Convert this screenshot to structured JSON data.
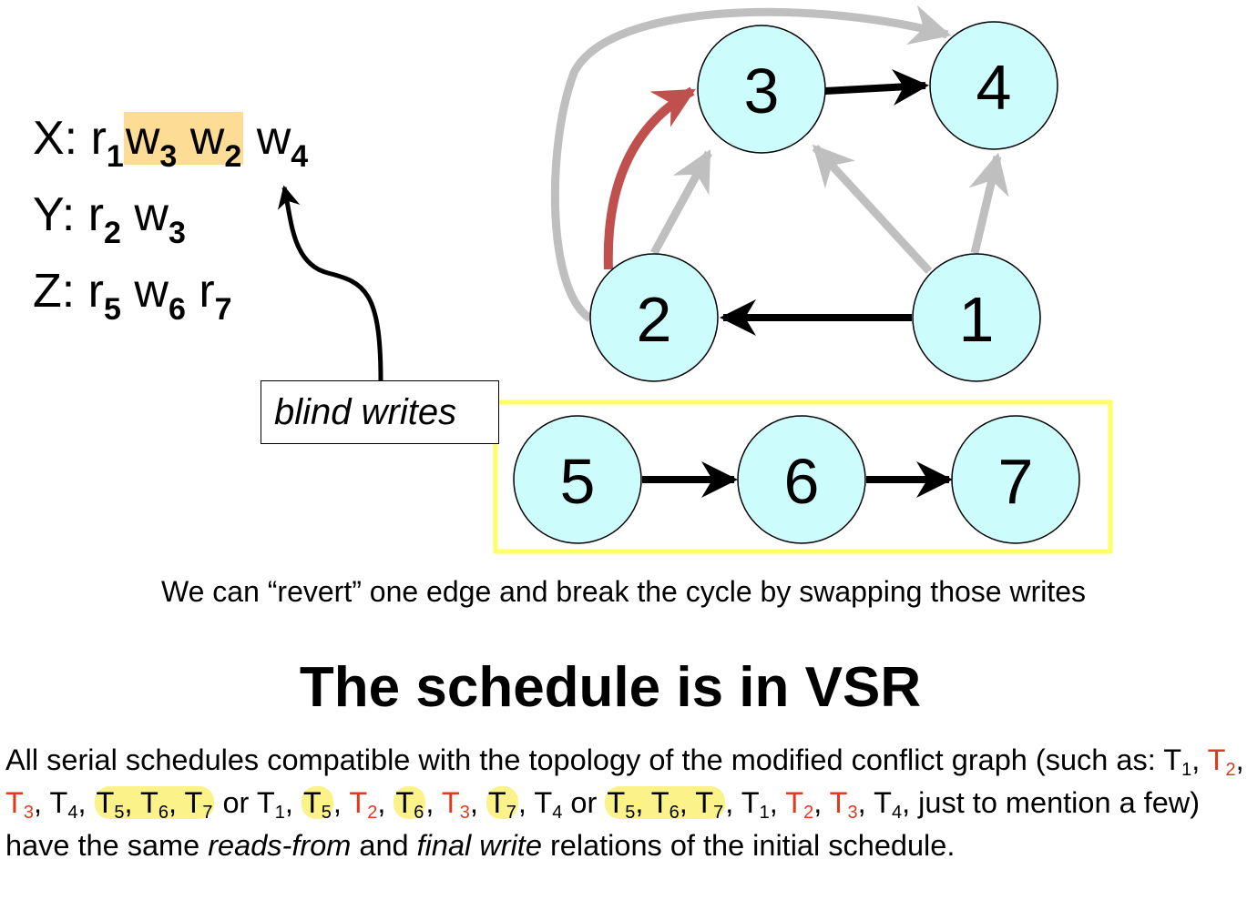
{
  "schedule": {
    "x": {
      "var": "X:",
      "ops": [
        {
          "op": "r",
          "sub": "1",
          "hl": false
        },
        {
          "op": "w",
          "sub": "3",
          "hl": true
        },
        {
          "op": "w",
          "sub": "2",
          "hl": true
        },
        {
          "op": "w",
          "sub": "4",
          "hl": false
        }
      ]
    },
    "y": {
      "var": "Y:",
      "ops": [
        {
          "op": "r",
          "sub": "2",
          "hl": false
        },
        {
          "op": "w",
          "sub": "3",
          "hl": false
        }
      ]
    },
    "z": {
      "var": "Z:",
      "ops": [
        {
          "op": "r",
          "sub": "5",
          "hl": false
        },
        {
          "op": "w",
          "sub": "6",
          "hl": false
        },
        {
          "op": "r",
          "sub": "7",
          "hl": false
        }
      ]
    }
  },
  "blind_label": "blind writes",
  "nodes": [
    "3",
    "4",
    "2",
    "1",
    "5",
    "6",
    "7"
  ],
  "caption": "We can “revert” one edge and break the cycle by swapping those writes",
  "headline": "The schedule is in VSR",
  "para": {
    "p1": "All serial schedules compatible with the topology of the modified conflict graph (such as: ",
    "seq1": [
      "T1",
      "T2",
      "T3",
      "T4",
      "T5",
      "T6",
      "T7"
    ],
    "or": "or",
    "seq2": [
      "T1",
      "T5",
      "T2",
      "T6",
      "T3",
      "T7",
      "T4"
    ],
    "seq3": [
      "T5",
      "T6",
      "T7",
      "T1",
      "T2",
      "T3",
      "T4"
    ],
    "p2": ", just to mention a few) have the same ",
    "em1": "reads-from",
    "and": " and ",
    "em2": "final write",
    "p3": " relations of the initial schedule."
  },
  "colors": {
    "node_fill": "#ccfcfc",
    "highlight": "#fddc96",
    "red_edge": "#c0504d",
    "gray_edge": "#bfbfbf",
    "box_yellow": "#ffff66",
    "red_text": "#e03a1e",
    "yellow_hl": "#fbf28a"
  }
}
